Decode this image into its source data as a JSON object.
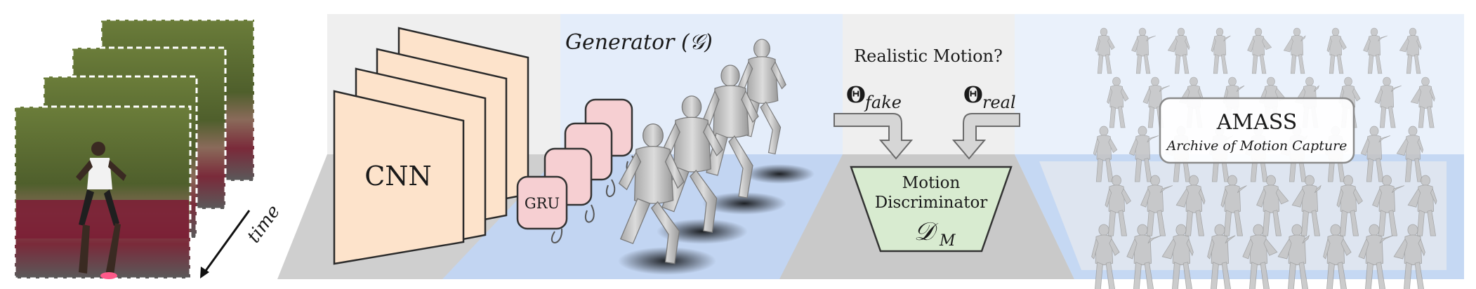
{
  "frames": {
    "time_label": "time"
  },
  "encoder": {
    "label": "CNN"
  },
  "generator": {
    "title": "Generator (𝒢)",
    "gru_label": "GRU"
  },
  "discriminator": {
    "question": "Realistic Motion?",
    "theta_fake": "Θ",
    "theta_fake_sub": "fake",
    "theta_real": "Θ",
    "theta_real_sub": "real",
    "line1": "Motion",
    "line2": "Discriminator",
    "symbol": "𝒟",
    "symbol_sub": "M"
  },
  "dataset": {
    "name": "AMASS",
    "subtitle": "Archive of Motion Capture"
  },
  "colors": {
    "cnn_fill": "#fde3cb",
    "gru_fill": "#f6cfd2",
    "disc_fill": "#d8ebd0",
    "panel_gray": "#efefef",
    "panel_blue": "#e4edfa",
    "floor_gray": "#c9c9c9",
    "floor_blue": "#bfd3f1"
  }
}
